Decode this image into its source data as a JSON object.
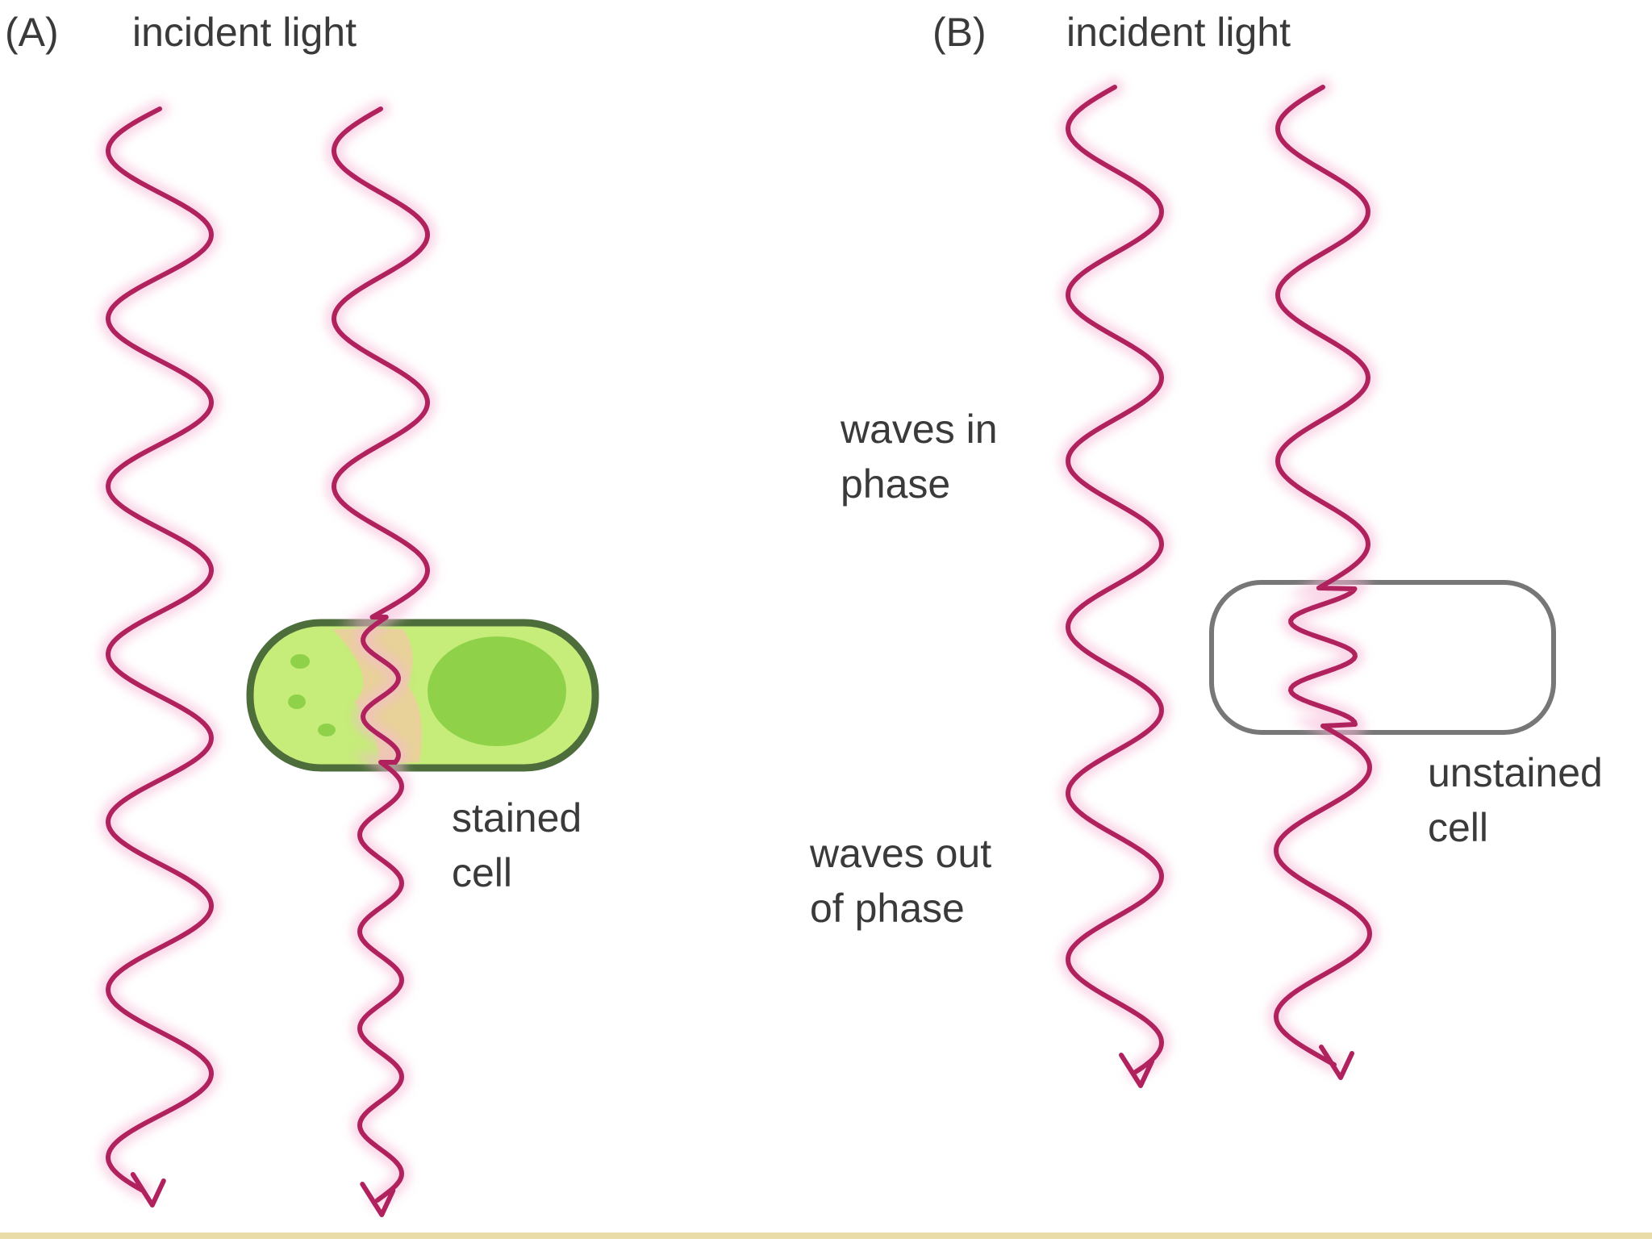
{
  "panel_a": {
    "label": "(A)",
    "title": "incident light",
    "cell_label_line1": "stained",
    "cell_label_line2": "cell"
  },
  "panel_b": {
    "label": "(B)",
    "title": "incident light",
    "in_phase_line1": "waves in",
    "in_phase_line2": "phase",
    "out_phase_line1": "waves out",
    "out_phase_line2": "of phase",
    "cell_label_line1": "unstained",
    "cell_label_line2": "cell"
  },
  "colors": {
    "wave": "#b0225e",
    "wave_glow": "#f6b7d6",
    "stained_cell_fill": "#c6ec79",
    "stained_cell_outline": "#4d6e3b",
    "nucleus": "#8fd24a",
    "cell_inner_blush": "#f3c9a4",
    "unstained_outline": "#777777"
  }
}
